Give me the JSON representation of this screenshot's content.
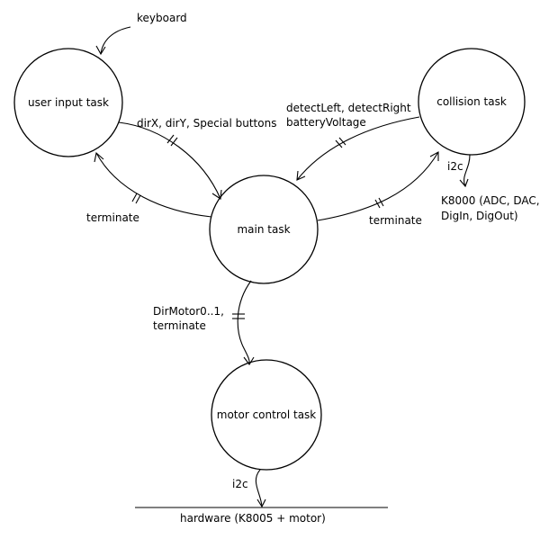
{
  "nodes": {
    "user_input": "user input task",
    "collision": "collision task",
    "main": "main task",
    "motor_control": "motor control task"
  },
  "labels": {
    "keyboard": "keyboard",
    "user_to_main_line1": "dirX, dirY, Special buttons",
    "main_to_user": "terminate",
    "collision_to_main_line1": "detectLeft, detectRight",
    "collision_to_main_line2": "batteryVoltage",
    "main_to_collision": "terminate",
    "collision_i2c": "i2c",
    "k8000_line1": "K8000 (ADC, DAC,",
    "k8000_line2": "DigIn, DigOut)",
    "main_to_motor_line1": "DirMotor0..1,",
    "main_to_motor_line2": "terminate",
    "motor_i2c": "i2c",
    "hardware": "hardware (K8005 + motor)"
  }
}
